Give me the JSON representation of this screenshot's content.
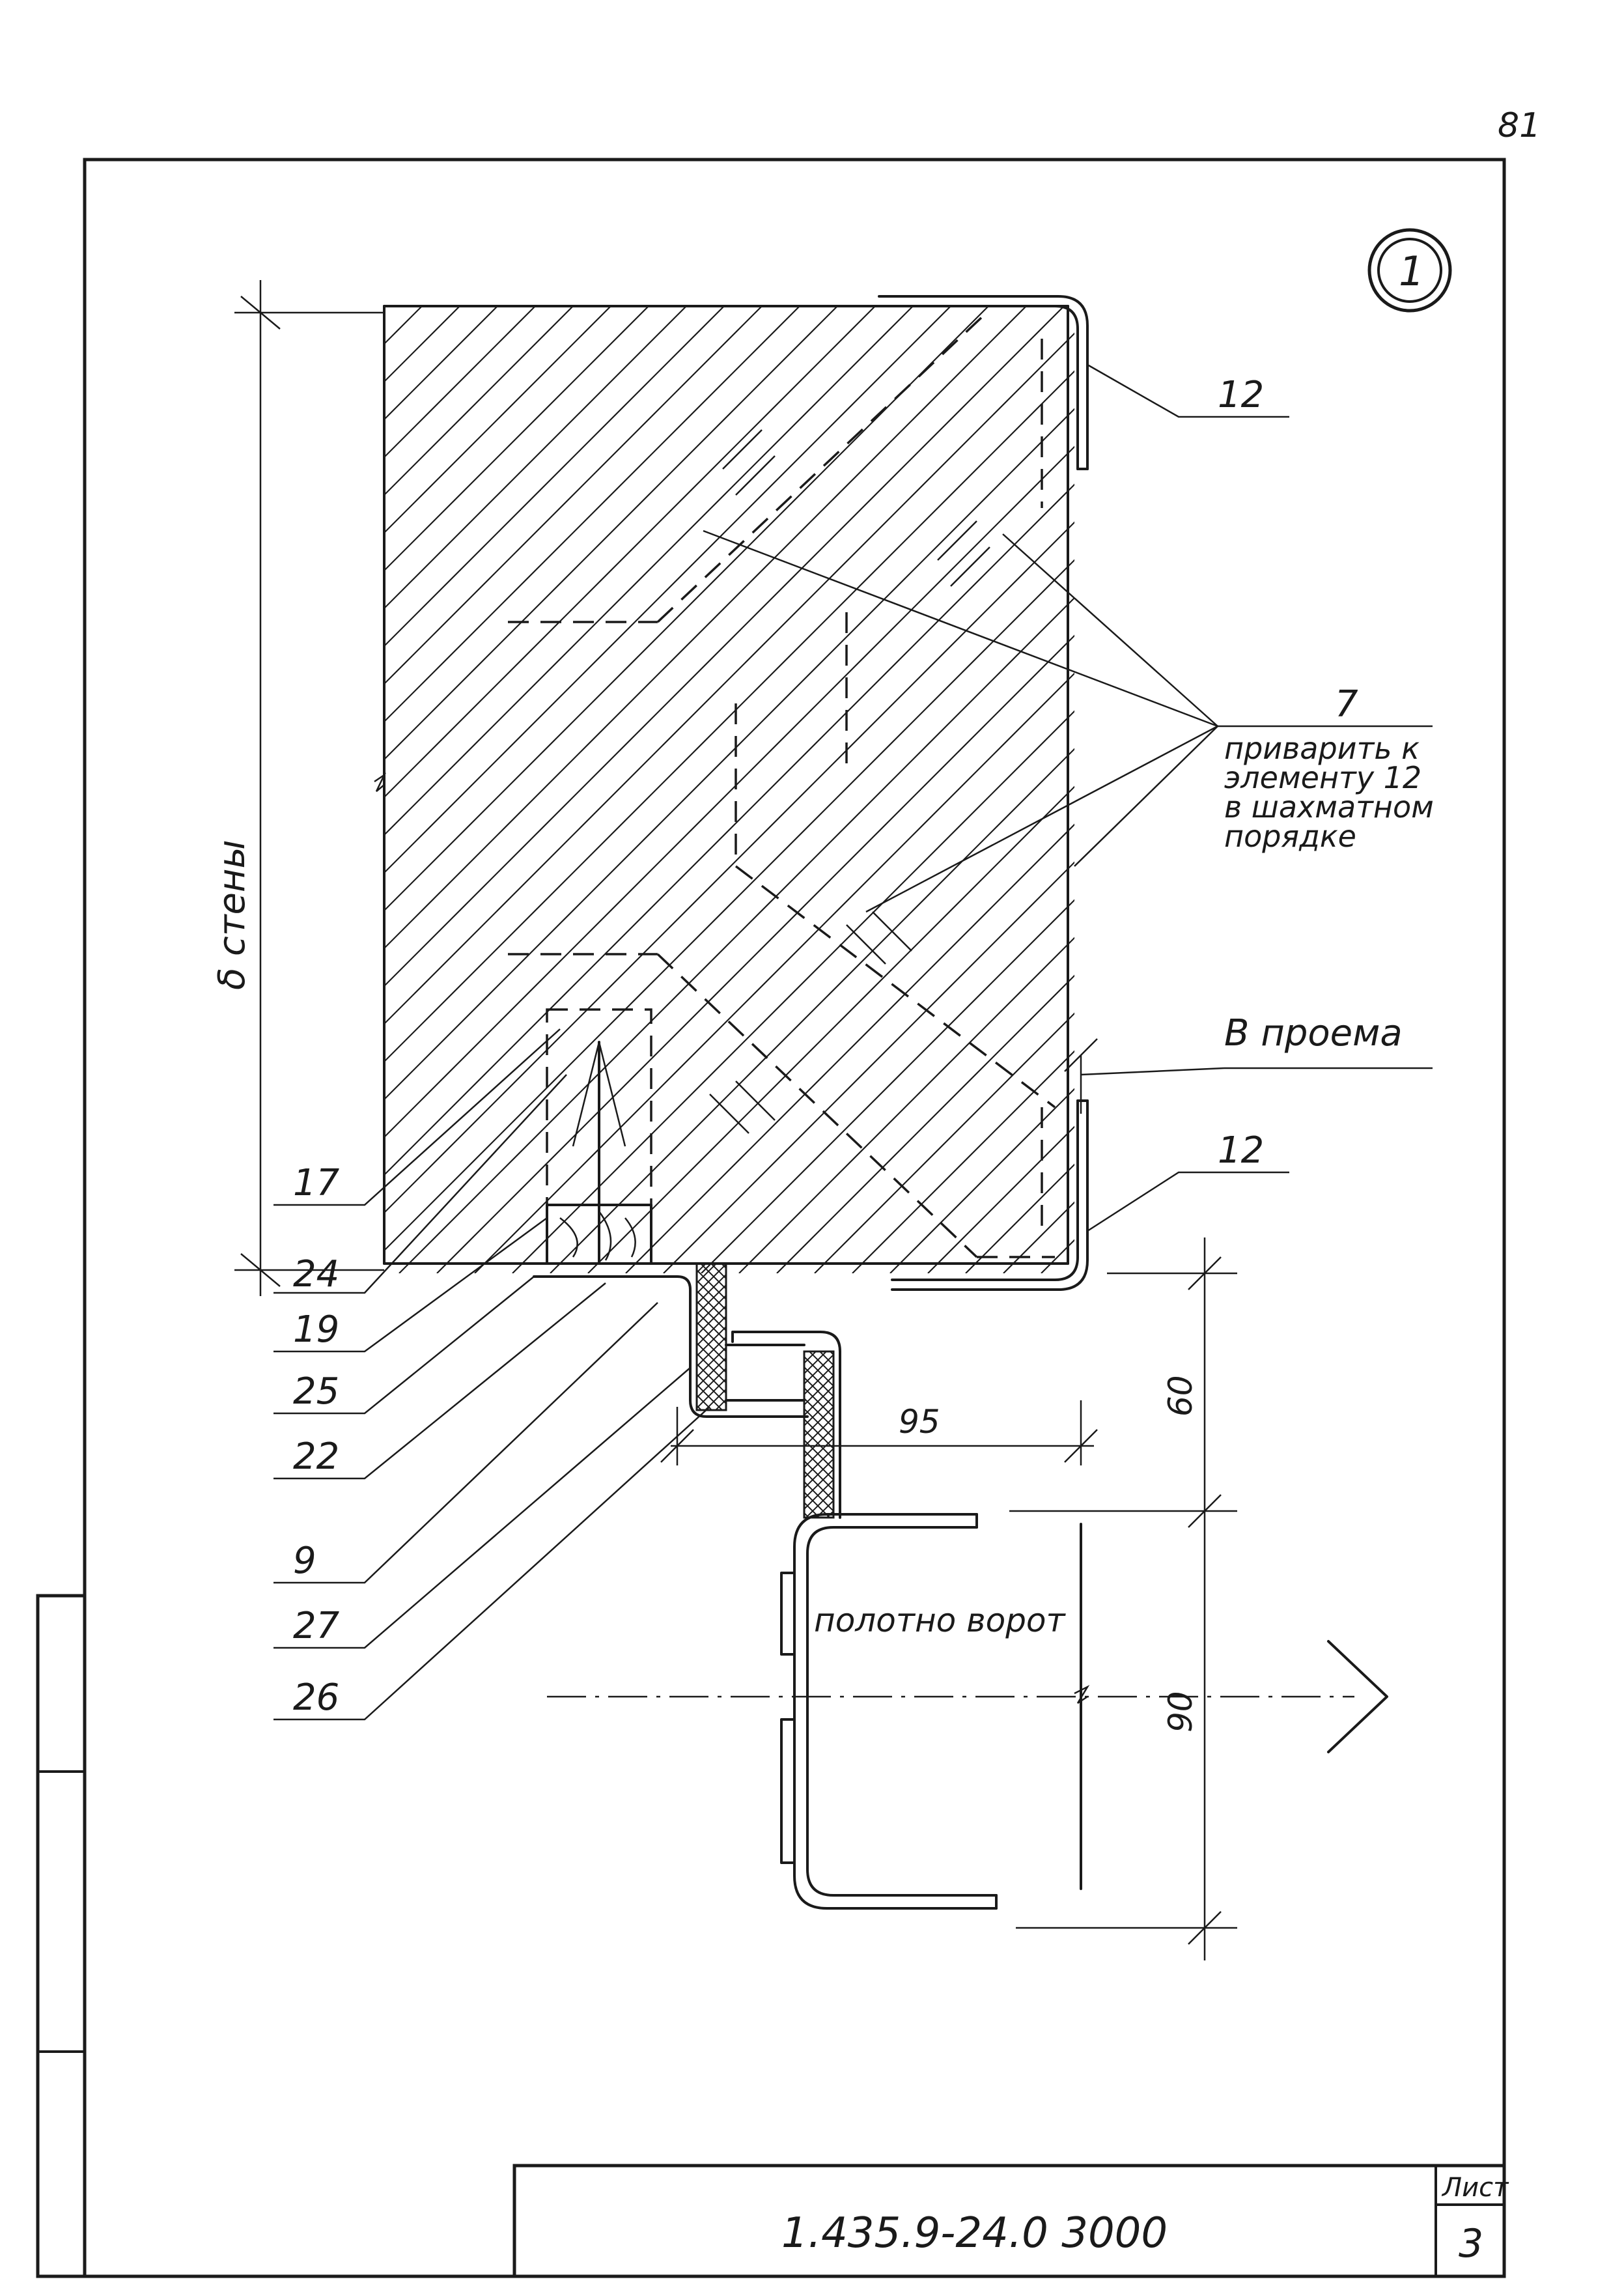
{
  "page_number": "81",
  "detail_marker": "1",
  "labels": {
    "wall_thickness": "δ стены",
    "opening": "В проема",
    "gate_leaf": "полотно ворот",
    "weld_note_num": "7",
    "weld_note_line1": "приварить к",
    "weld_note_line2": "элементу 12",
    "weld_note_line3": "в шахматном",
    "weld_note_line4": "порядке"
  },
  "callouts": {
    "c12_top": "12",
    "c12_bottom": "12",
    "c17": "17",
    "c24": "24",
    "c19": "19",
    "c25": "25",
    "c22": "22",
    "c9": "9",
    "c27": "27",
    "c26": "26"
  },
  "dimensions": {
    "d95": "95",
    "d60": "60",
    "d90": "90"
  },
  "title_block": {
    "code": "1.435.9-24.0 3000",
    "sheet_label": "Лист",
    "sheet_number": "3"
  }
}
